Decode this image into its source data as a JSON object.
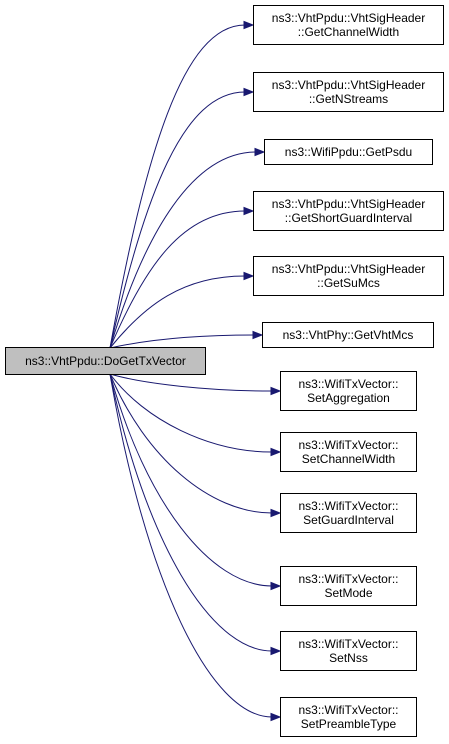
{
  "graph": {
    "root": {
      "lines": [
        "ns3::VhtPpdu::DoGetTxVector"
      ]
    },
    "callees": [
      {
        "lines": [
          "ns3::VhtPpdu::VhtSigHeader",
          "::GetChannelWidth"
        ]
      },
      {
        "lines": [
          "ns3::VhtPpdu::VhtSigHeader",
          "::GetNStreams"
        ]
      },
      {
        "lines": [
          "ns3::WifiPpdu::GetPsdu"
        ]
      },
      {
        "lines": [
          "ns3::VhtPpdu::VhtSigHeader",
          "::GetShortGuardInterval"
        ]
      },
      {
        "lines": [
          "ns3::VhtPpdu::VhtSigHeader",
          "::GetSuMcs"
        ]
      },
      {
        "lines": [
          "ns3::VhtPhy::GetVhtMcs"
        ]
      },
      {
        "lines": [
          "ns3::WifiTxVector::",
          "SetAggregation"
        ]
      },
      {
        "lines": [
          "ns3::WifiTxVector::",
          "SetChannelWidth"
        ]
      },
      {
        "lines": [
          "ns3::WifiTxVector::",
          "SetGuardInterval"
        ]
      },
      {
        "lines": [
          "ns3::WifiTxVector::",
          "SetMode"
        ]
      },
      {
        "lines": [
          "ns3::WifiTxVector::",
          "SetNss"
        ]
      },
      {
        "lines": [
          "ns3::WifiTxVector::",
          "SetPreambleType"
        ]
      }
    ],
    "colors": {
      "edge": "#191970",
      "node_border": "#000000",
      "root_fill": "#bfbfbf",
      "node_fill": "#ffffff"
    }
  }
}
